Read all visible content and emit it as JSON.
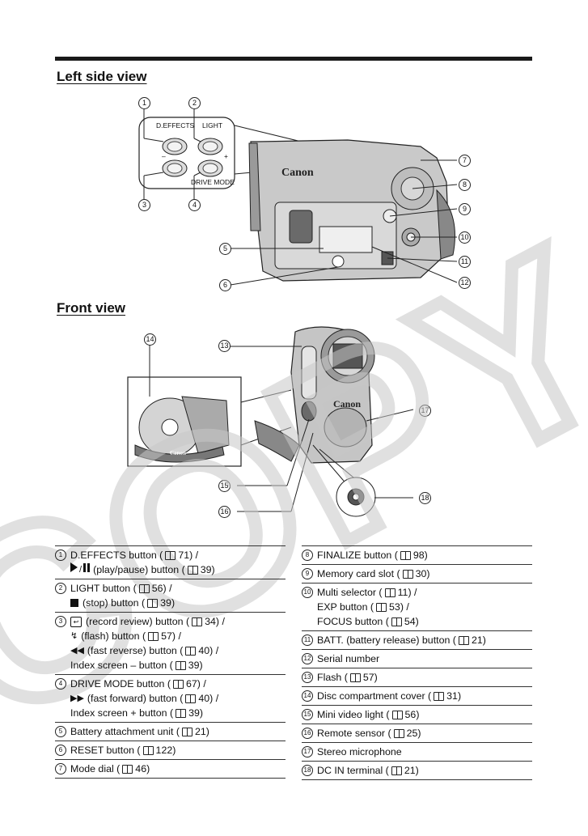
{
  "sections": {
    "left_title": "Left side view",
    "front_title": "Front view"
  },
  "left_view": {
    "button_labels": {
      "d_effects": "D.EFFECTS",
      "light": "LIGHT",
      "minus": "–",
      "plus": "+",
      "drive_mode": "DRIVE MODE"
    },
    "brand": "Canon",
    "callouts": [
      "1",
      "2",
      "3",
      "4",
      "5",
      "6",
      "7",
      "8",
      "9",
      "10",
      "11",
      "12"
    ]
  },
  "front_view": {
    "brand": "Canon",
    "inset_brand": "Canon",
    "callouts": [
      "13",
      "14",
      "15",
      "16",
      "17",
      "18"
    ]
  },
  "parts_left": [
    {
      "num": "1",
      "lines": [
        {
          "icon": "",
          "text": "D.EFFECTS button (",
          "page": "71",
          "after": ") /"
        },
        {
          "icon": "play-pause-icon",
          "text": " (play/pause) button (",
          "page": "39",
          "after": ")"
        }
      ]
    },
    {
      "num": "2",
      "lines": [
        {
          "icon": "",
          "text": "LIGHT button (",
          "page": "56",
          "after": ") /"
        },
        {
          "icon": "stop-icon",
          "text": "(stop) button (",
          "page": "39",
          "after": ")"
        }
      ]
    },
    {
      "num": "3",
      "lines": [
        {
          "icon": "record-review-icon",
          "text": "(record review) button (",
          "page": "34",
          "after": ") /"
        },
        {
          "icon": "flash-icon",
          "text": "(flash) button (",
          "page": "57",
          "after": ") /"
        },
        {
          "icon": "fast-reverse-icon",
          "text": " (fast reverse) button (",
          "page": "40",
          "after": ") /"
        },
        {
          "icon": "",
          "text": "Index screen – button (",
          "page": "39",
          "after": ")"
        }
      ]
    },
    {
      "num": "4",
      "lines": [
        {
          "icon": "",
          "text": "DRIVE MODE button (",
          "page": "67",
          "after": ") /"
        },
        {
          "icon": "fast-forward-icon",
          "text": " (fast forward) button (",
          "page": "40",
          "after": ") /"
        },
        {
          "icon": "",
          "text": "Index screen + button (",
          "page": "39",
          "after": ")"
        }
      ]
    },
    {
      "num": "5",
      "lines": [
        {
          "icon": "",
          "text": "Battery attachment unit (",
          "page": "21",
          "after": ")"
        }
      ]
    },
    {
      "num": "6",
      "lines": [
        {
          "icon": "",
          "text": "RESET button (",
          "page": "122",
          "after": ")"
        }
      ]
    },
    {
      "num": "7",
      "lines": [
        {
          "icon": "",
          "text": "Mode dial (",
          "page": "46",
          "after": ")"
        }
      ]
    }
  ],
  "parts_right": [
    {
      "num": "8",
      "lines": [
        {
          "icon": "",
          "text": "FINALIZE button (",
          "page": "98",
          "after": ")"
        }
      ]
    },
    {
      "num": "9",
      "lines": [
        {
          "icon": "",
          "text": "Memory card slot (",
          "page": "30",
          "after": ")"
        }
      ]
    },
    {
      "num": "10",
      "lines": [
        {
          "icon": "",
          "text": "Multi selector (",
          "page": "11",
          "after": ") /"
        },
        {
          "icon": "",
          "text": "EXP button (",
          "page": "53",
          "after": ") /"
        },
        {
          "icon": "",
          "text": "FOCUS button (",
          "page": "54",
          "after": ")"
        }
      ]
    },
    {
      "num": "11",
      "lines": [
        {
          "icon": "",
          "text": "BATT. (battery release) button (",
          "page": "21",
          "after": ")"
        }
      ]
    },
    {
      "num": "12",
      "lines": [
        {
          "icon": "",
          "text": "Serial number",
          "page": "",
          "after": ""
        }
      ]
    },
    {
      "num": "13",
      "lines": [
        {
          "icon": "",
          "text": "Flash (",
          "page": "57",
          "after": ")"
        }
      ]
    },
    {
      "num": "14",
      "lines": [
        {
          "icon": "",
          "text": "Disc compartment cover (",
          "page": "31",
          "after": ")"
        }
      ]
    },
    {
      "num": "15",
      "lines": [
        {
          "icon": "",
          "text": "Mini video light (",
          "page": "56",
          "after": ")"
        }
      ]
    },
    {
      "num": "16",
      "lines": [
        {
          "icon": "",
          "text": "Remote sensor (",
          "page": "25",
          "after": ")"
        }
      ]
    },
    {
      "num": "17",
      "lines": [
        {
          "icon": "",
          "text": "Stereo microphone",
          "page": "",
          "after": ""
        }
      ]
    },
    {
      "num": "18",
      "lines": [
        {
          "icon": "",
          "text": "DC IN terminal (",
          "page": "21",
          "after": ")"
        }
      ]
    }
  ],
  "watermark": "COPY",
  "colors": {
    "watermark": "#c8c8c8",
    "rule": "#1a1a1a"
  }
}
